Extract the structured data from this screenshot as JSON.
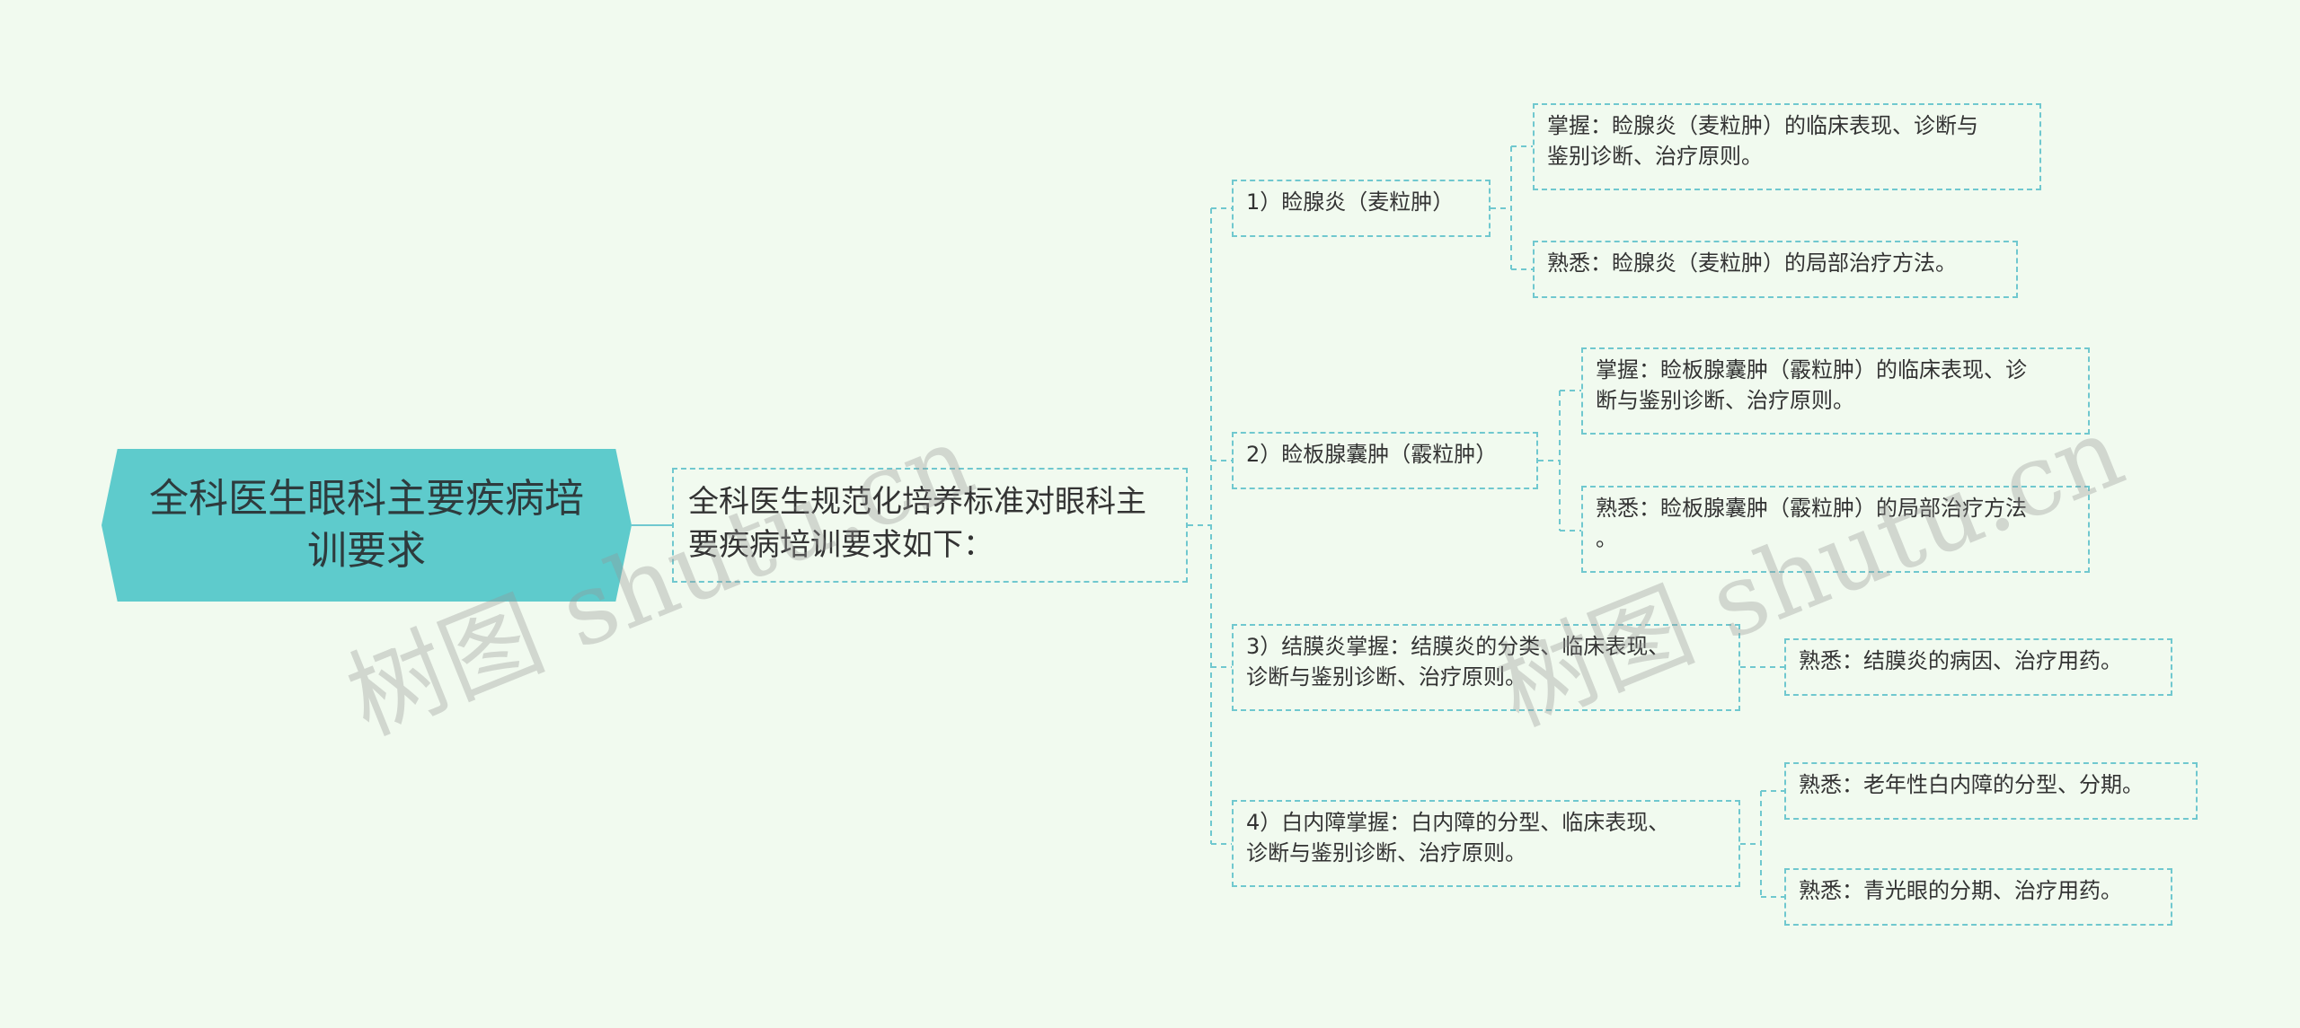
{
  "root": {
    "text": "全科医生眼科主要疾病培\n训要求"
  },
  "level1": {
    "text": "全科医生规范化培养标准对眼科主\n要疾病培训要求如下："
  },
  "branches": [
    {
      "label": "1）睑腺炎（麦粒肿）",
      "children": [
        "掌握：睑腺炎（麦粒肿）的临床表现、诊断与\n鉴别诊断、治疗原则。",
        "熟悉：睑腺炎（麦粒肿）的局部治疗方法。"
      ]
    },
    {
      "label": "2）睑板腺囊肿（霰粒肿）",
      "children": [
        "掌握：睑板腺囊肿（霰粒肿）的临床表现、诊\n断与鉴别诊断、治疗原则。",
        "熟悉：睑板腺囊肿（霰粒肿）的局部治疗方法\n。"
      ]
    },
    {
      "label": "3）结膜炎掌握：结膜炎的分类、临床表现、\n诊断与鉴别诊断、治疗原则。",
      "children": [
        "熟悉：结膜炎的病因、治疗用药。"
      ]
    },
    {
      "label": "4）白内障掌握：白内障的分型、临床表现、\n诊断与鉴别诊断、治疗原则。",
      "children": [
        "熟悉：老年性白内障的分型、分期。",
        "熟悉：青光眼的分期、治疗用药。"
      ]
    }
  ],
  "watermark": "树图 shutu.cn",
  "colors": {
    "root_fill": "#5ecbcc",
    "border": "#70c8cf",
    "background": "#f1faef"
  }
}
